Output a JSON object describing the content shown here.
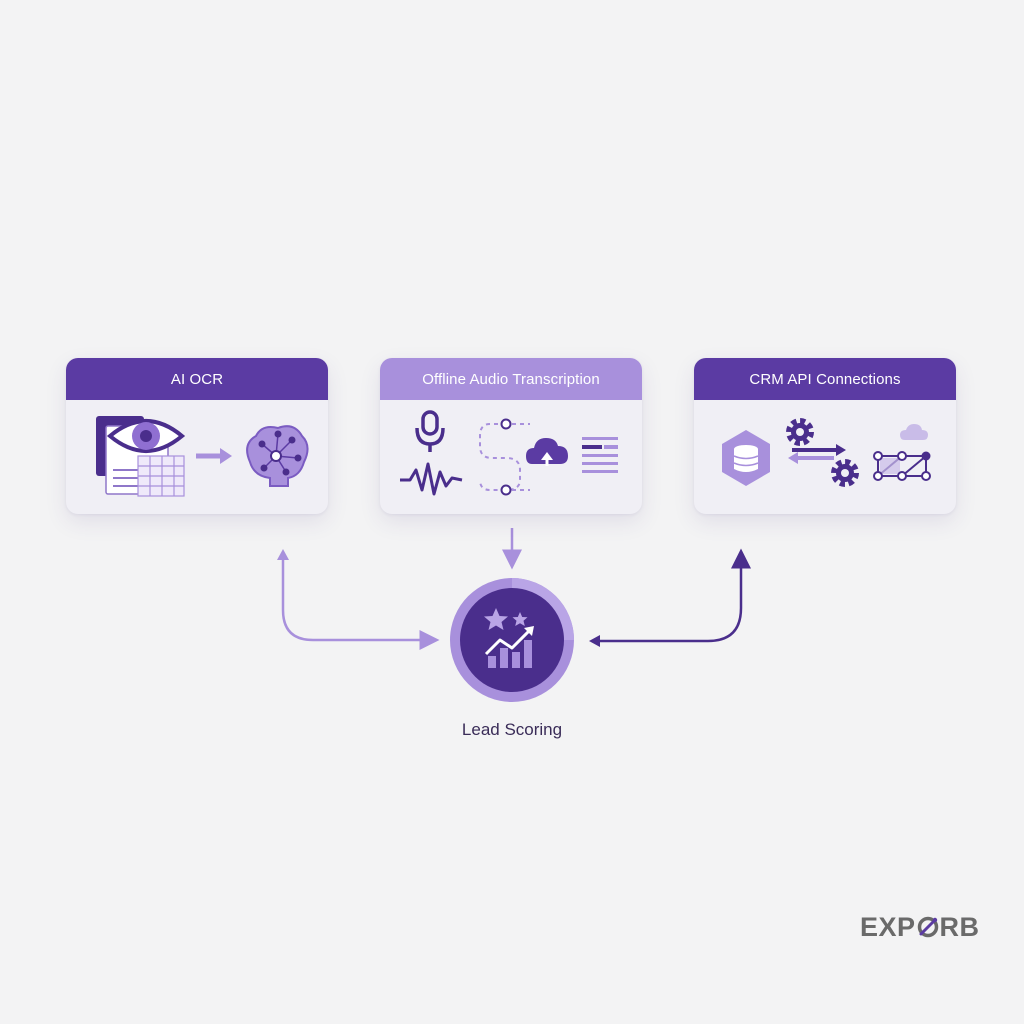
{
  "cards": [
    {
      "id": "ocr",
      "title": "AI OCR"
    },
    {
      "id": "audio",
      "title": "Offline Audio Transcription"
    },
    {
      "id": "crm",
      "title": "CRM API Connections"
    }
  ],
  "hub": {
    "label": "Lead Scoring"
  },
  "brand": {
    "logo_text_left": "EXP",
    "logo_text_right": "RB",
    "logo_full": "EXPORB"
  },
  "colors": {
    "primary": "#5b3ba3",
    "light": "#a890dc",
    "deep": "#3d2580",
    "background": "#f3f3f4"
  }
}
